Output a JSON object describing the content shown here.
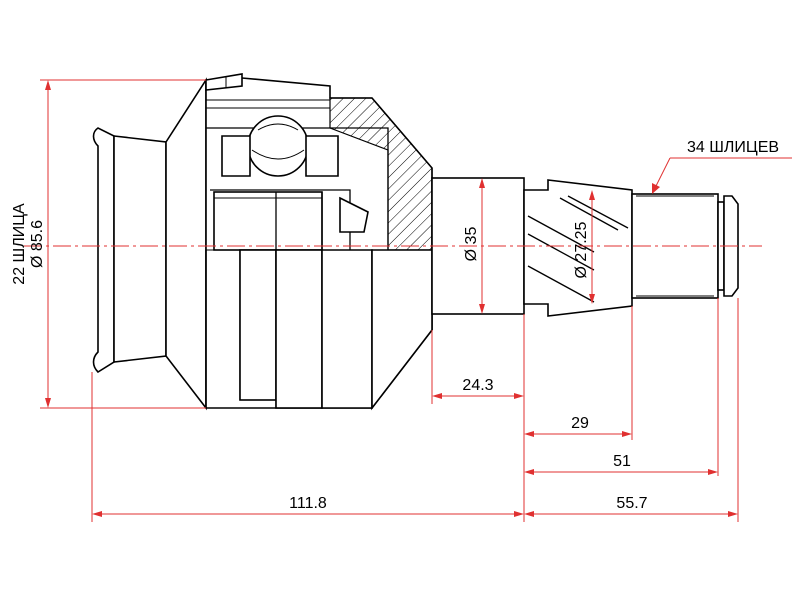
{
  "diagram": {
    "labels": {
      "outer_splines": "22 ШЛИЦА",
      "outer_diameter": "Ø 85.6",
      "shaft_diameter": "Ø 35",
      "spline_diameter": "Ø 27.25",
      "inner_splines": "34 ШЛИЦЕВ"
    },
    "dimensions": {
      "collar_length": "24.3",
      "spline_length": "29",
      "spline_end": "51",
      "overall_length": "111.8",
      "shaft_length": "55.7"
    },
    "colors": {
      "dimension_line": "#e03030",
      "outline": "#000000"
    }
  }
}
